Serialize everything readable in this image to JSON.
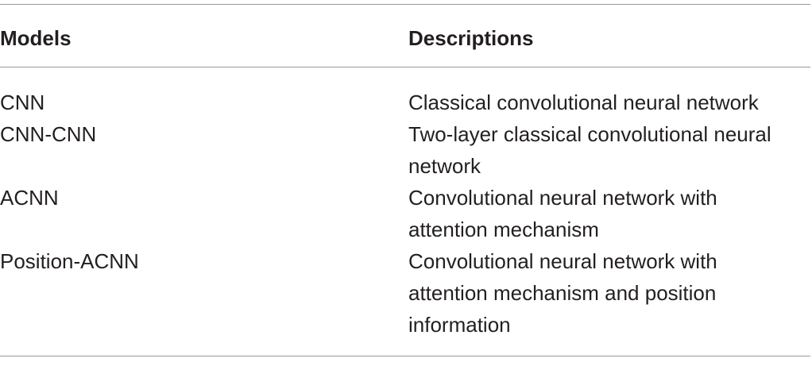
{
  "table": {
    "headers": {
      "models": "Models",
      "descriptions": "Descriptions"
    },
    "rows": [
      {
        "model": "CNN",
        "description_lines": [
          "Classical convolutional neural network"
        ]
      },
      {
        "model": "CNN-CNN",
        "description_lines": [
          "Two-layer classical convolutional neural",
          "network"
        ]
      },
      {
        "model": "ACNN",
        "description_lines": [
          "Convolutional neural network with",
          "attention mechanism"
        ]
      },
      {
        "model": "Position-ACNN",
        "description_lines": [
          "Convolutional neural network with",
          "attention mechanism and position",
          "information"
        ]
      }
    ]
  }
}
